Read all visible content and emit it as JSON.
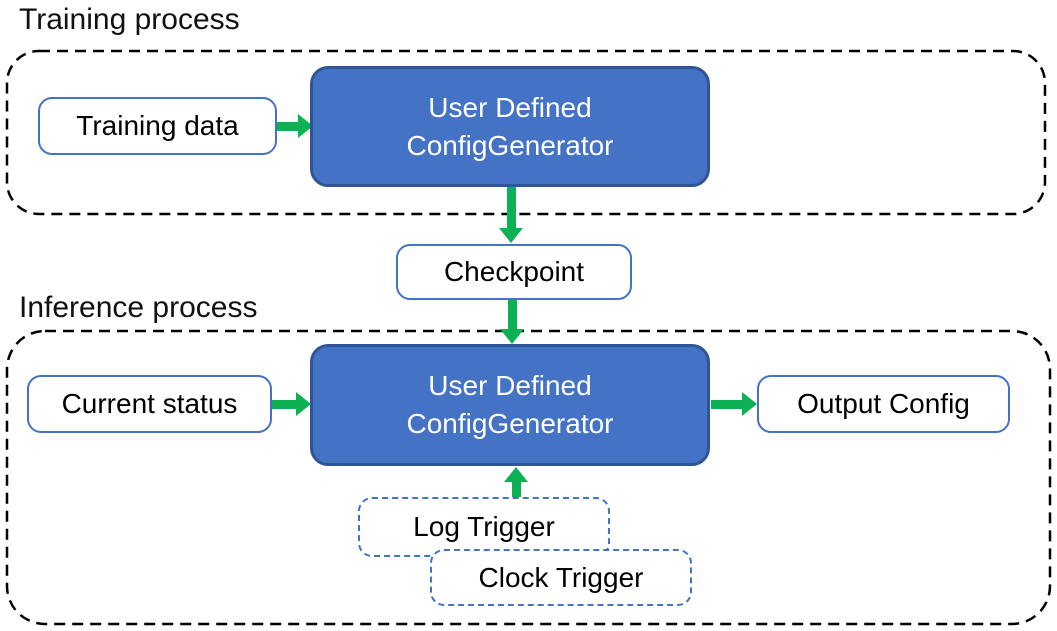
{
  "training": {
    "title": "Training process",
    "training_data_label": "Training data",
    "generator_line1": "User Defined",
    "generator_line2": "ConfigGenerator"
  },
  "checkpoint_label": "Checkpoint",
  "inference": {
    "title": "Inference process",
    "current_status_label": "Current status",
    "generator_line1": "User Defined",
    "generator_line2": "ConfigGenerator",
    "output_config_label": "Output Config",
    "log_trigger_label": "Log Trigger",
    "clock_trigger_label": "Clock Trigger"
  },
  "colors": {
    "node_fill_blue": "#4472C4",
    "node_border_blue": "#2F5597",
    "light_box_border_blue": "#4472C4",
    "arrow_green": "#0DB052",
    "container_dash": "#000000",
    "text_on_blue": "#FFFFFF",
    "text_dark": "#111111"
  }
}
